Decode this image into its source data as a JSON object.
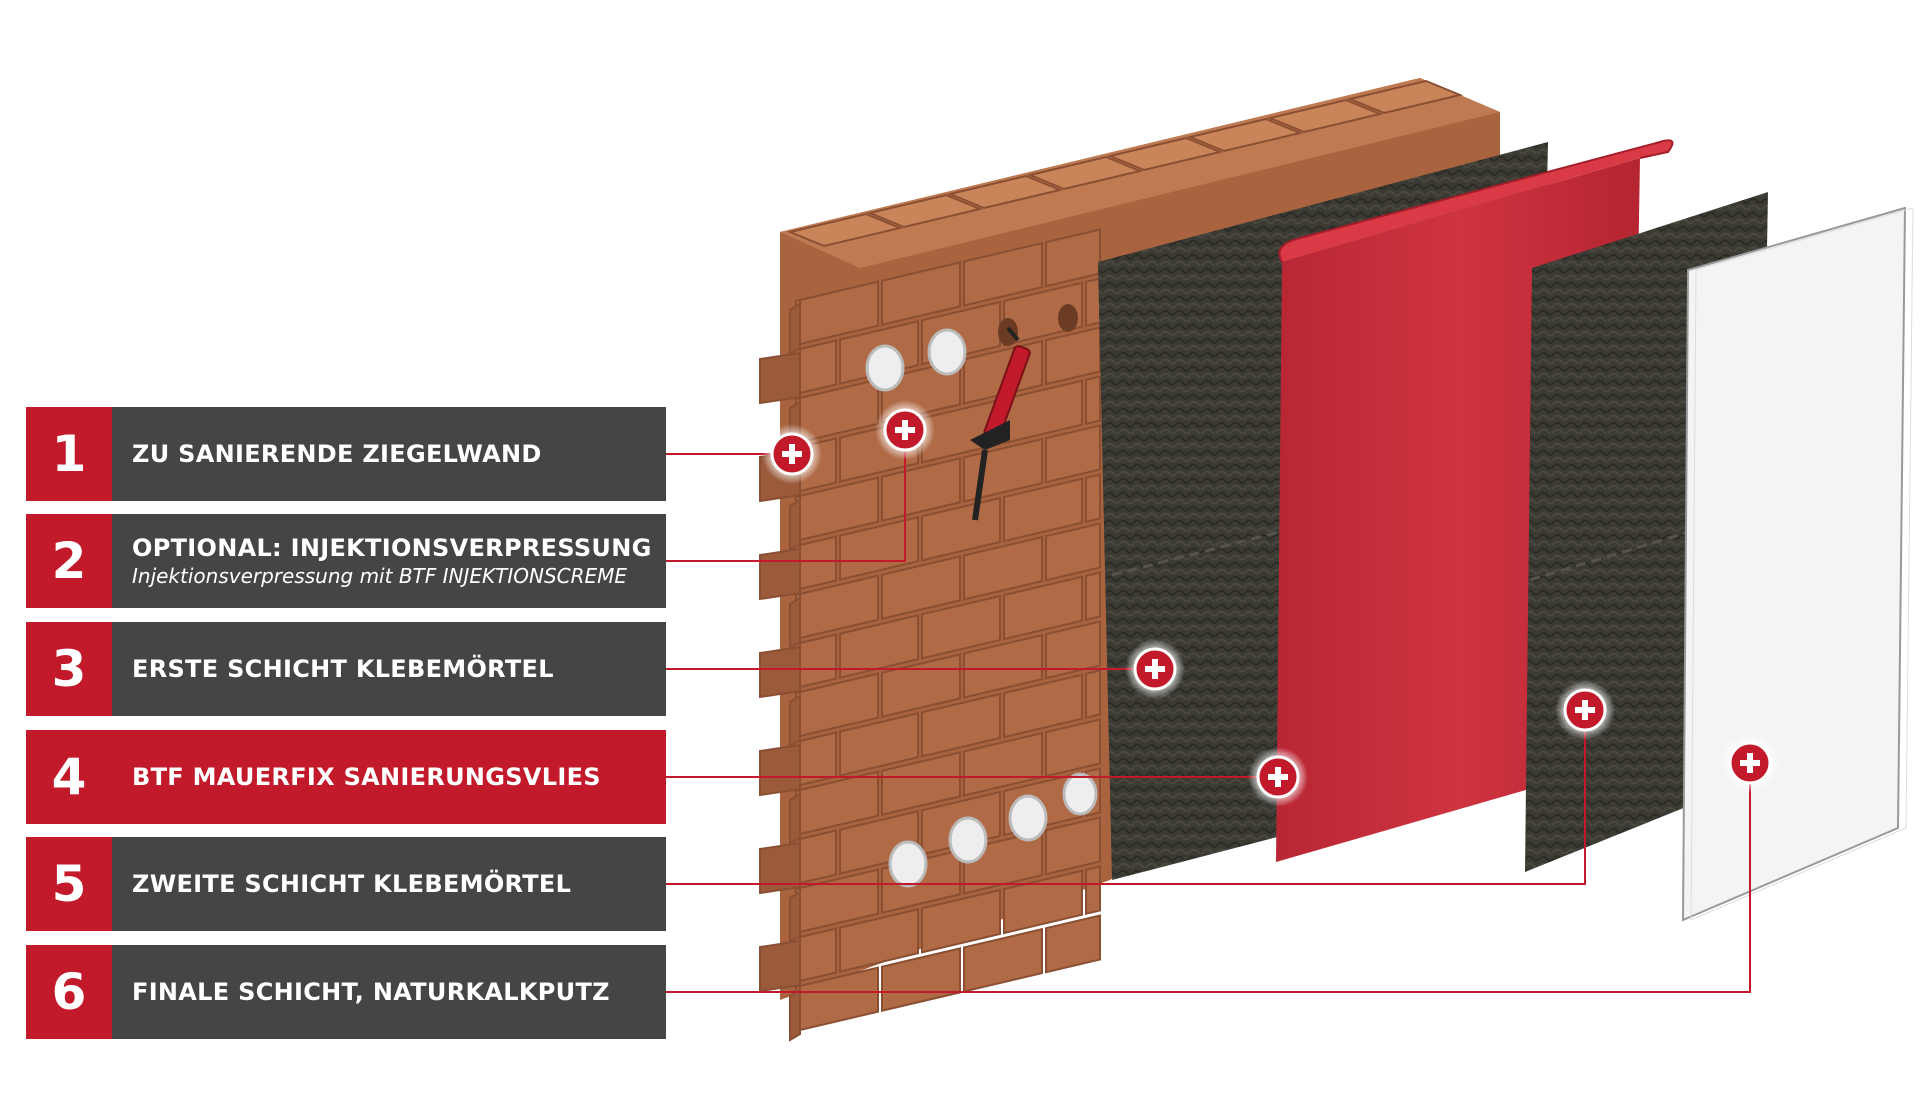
{
  "diagram": {
    "colors": {
      "accent": "#c21a2a",
      "panel": "#454545",
      "brick": "#b06a45",
      "brick_dark": "#8a4f33",
      "mortar_layer": "#3b3a33",
      "fleece": "#c8323e",
      "plaster": "#f4f4f4"
    },
    "legend": [
      {
        "number": "1",
        "title": "ZU SANIERENDE ZIEGELWAND",
        "subtitle": "",
        "active": false
      },
      {
        "number": "2",
        "title": "OPTIONAL: INJEKTIONSVERPRESSUNG",
        "subtitle": "Injektionsverpressung mit BTF INJEKTIONSCREME",
        "active": false
      },
      {
        "number": "3",
        "title": "ERSTE SCHICHT KLEBEMÖRTEL",
        "subtitle": "",
        "active": false
      },
      {
        "number": "4",
        "title": "BTF MAUERFIX SANIERUNGSVLIES",
        "subtitle": "",
        "active": true
      },
      {
        "number": "5",
        "title": "ZWEITE SCHICHT KLEBEMÖRTEL",
        "subtitle": "",
        "active": false
      },
      {
        "number": "6",
        "title": "FINALE SCHICHT, NATURKALKPUTZ",
        "subtitle": "",
        "active": false
      }
    ],
    "hotspots_icon": "plus-circle-icon"
  }
}
